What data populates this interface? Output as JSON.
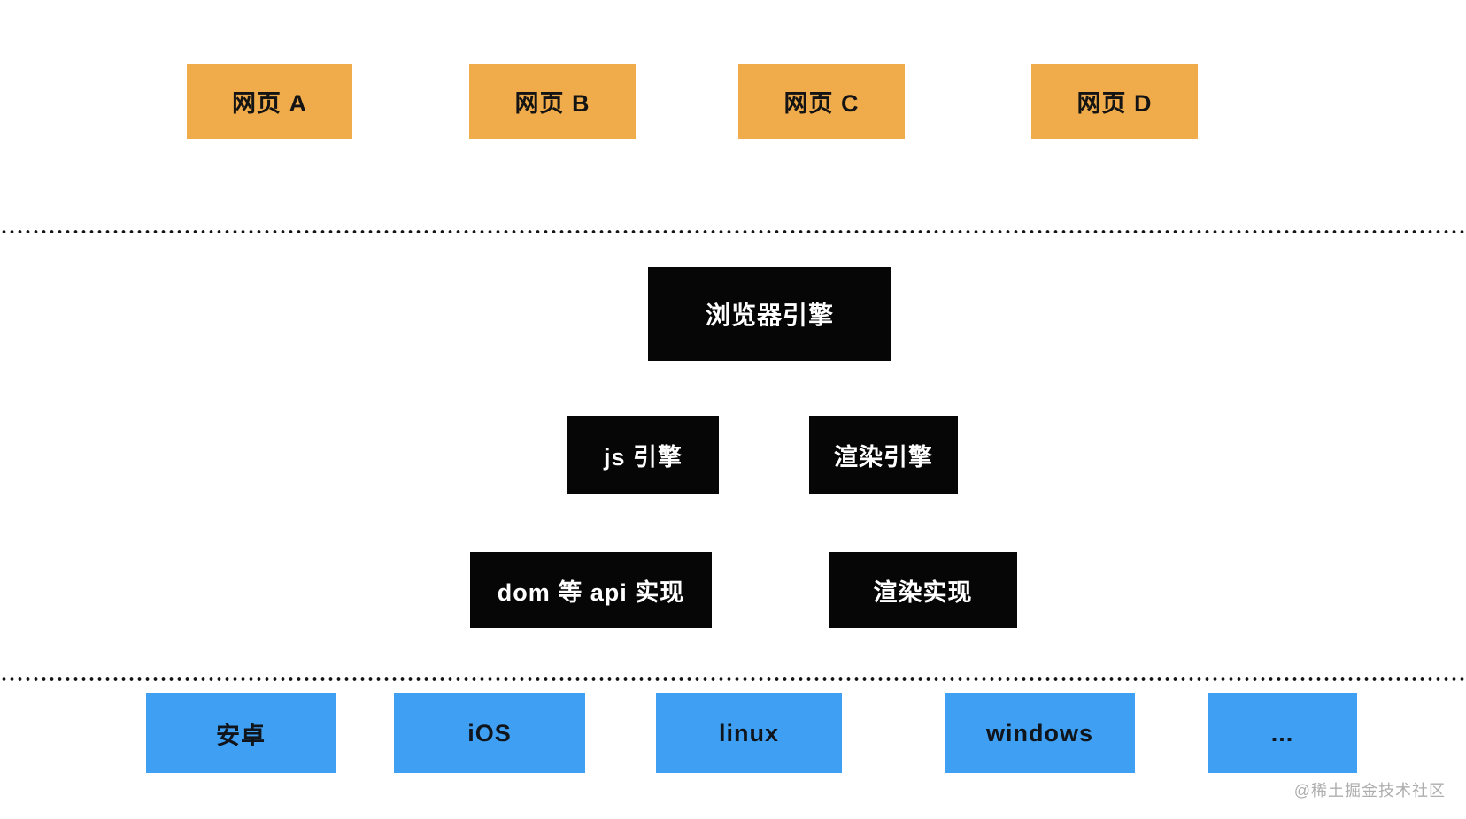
{
  "layers": {
    "webpages": {
      "items": [
        {
          "label": "网页 A"
        },
        {
          "label": "网页 B"
        },
        {
          "label": "网页 C"
        },
        {
          "label": "网页 D"
        }
      ]
    },
    "browser_engine": {
      "label": "浏览器引擎"
    },
    "engine_components": [
      {
        "label": "js 引擎"
      },
      {
        "label": "渲染引擎"
      }
    ],
    "implementations": [
      {
        "label": "dom 等 api 实现"
      },
      {
        "label": "渲染实现"
      }
    ],
    "platforms": [
      {
        "label": "安卓"
      },
      {
        "label": "iOS"
      },
      {
        "label": "linux"
      },
      {
        "label": "windows"
      },
      {
        "label": "..."
      }
    ]
  },
  "watermark": {
    "text": "@稀土掘金技术社区"
  },
  "colors": {
    "webpage_box": "#F0AC4B",
    "engine_box": "#060606",
    "platform_box": "#3F9FF2",
    "box_text_dark": "#141414",
    "box_text_light": "#FFFFFF",
    "separator_dots": "#141414",
    "watermark_text": "#AEAEAE",
    "background": "#FFFFFF"
  }
}
